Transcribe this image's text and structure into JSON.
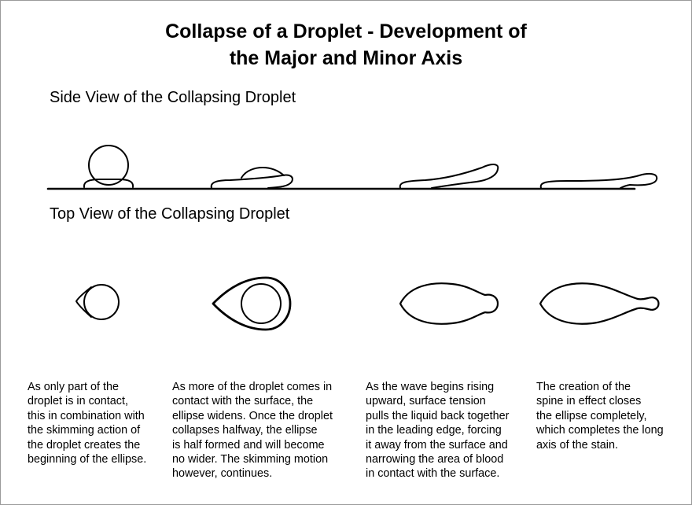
{
  "title": {
    "line1": "Collapse of a Droplet - Development of",
    "line2": "the Major and Minor Axis"
  },
  "side_view": {
    "label": "Side View of the Collapsing Droplet"
  },
  "top_view": {
    "label": "Top View of the Collapsing Droplet"
  },
  "stages": [
    {
      "caption": [
        "As only part of the",
        "droplet is in contact,",
        "this in combination with",
        "the skimming action of",
        "the droplet creates the",
        "beginning of the ellipse."
      ]
    },
    {
      "caption": [
        "As more of the droplet comes in",
        "contact with the surface, the",
        "ellipse widens.  Once the droplet",
        "collapses halfway, the ellipse",
        "is half formed and will become",
        "no wider. The skimming motion",
        "however, continues."
      ]
    },
    {
      "caption": [
        "As the wave begins rising",
        "upward, surface tension",
        "pulls the liquid back together",
        "in the leading edge, forcing",
        "it away from the surface and",
        "narrowing the area of blood",
        "in contact with the surface."
      ]
    },
    {
      "caption": [
        "The creation of the",
        "spine in effect closes",
        "the ellipse completely,",
        "which completes the long",
        "axis of the stain."
      ]
    }
  ]
}
